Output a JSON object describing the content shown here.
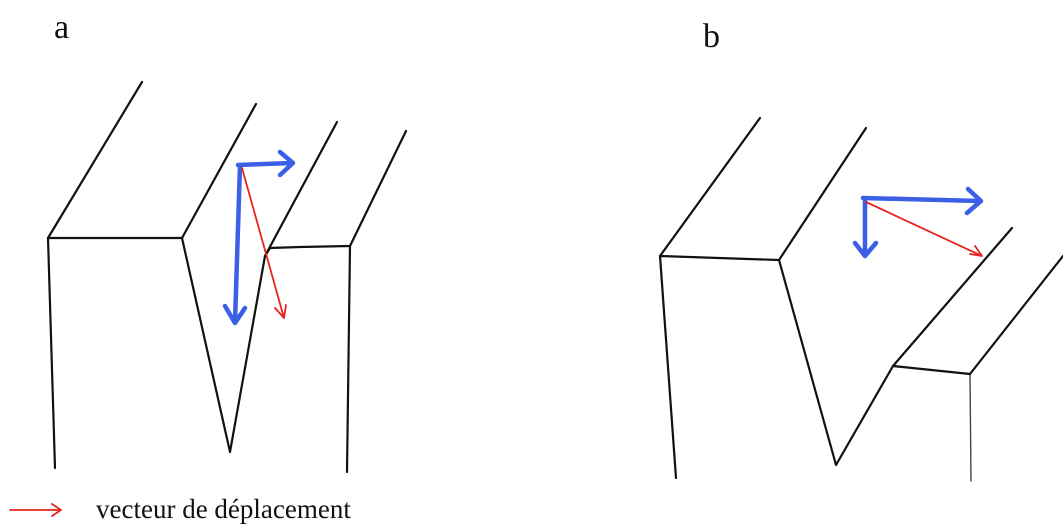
{
  "panels": [
    {
      "label": "a"
    },
    {
      "label": "b"
    }
  ],
  "legend": {
    "text": "vecteur de déplacement",
    "arrow_color": "#e8231f"
  },
  "colors": {
    "line": "#111111",
    "blue_vector": "#3b5fe6",
    "red_vector": "#e8231f"
  }
}
